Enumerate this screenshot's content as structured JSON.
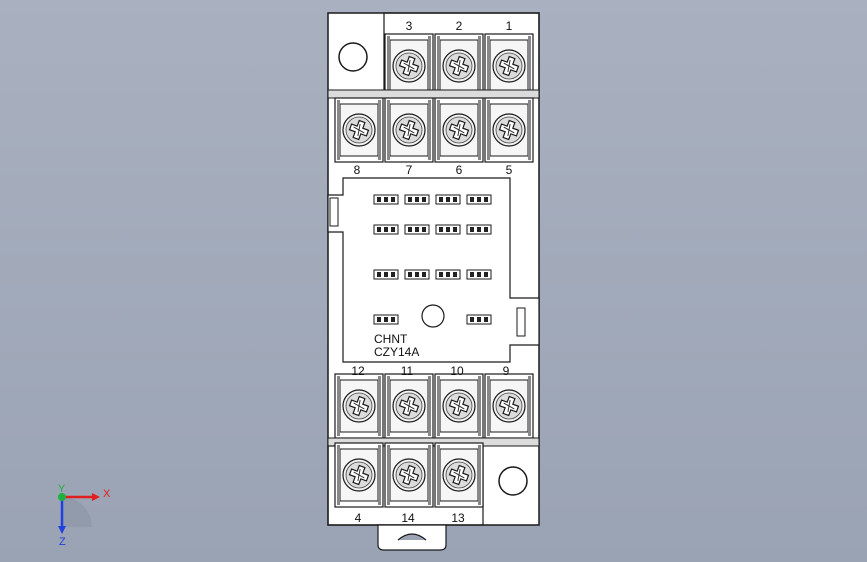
{
  "part": {
    "brand": "CHNT",
    "model": "CZY14A"
  },
  "terminals": {
    "top_row": [
      "3",
      "2",
      "1"
    ],
    "second_row": [
      "8",
      "7",
      "6",
      "5"
    ],
    "third_row": [
      "12",
      "11",
      "10",
      "9"
    ],
    "bottom_row": [
      "4",
      "14",
      "13"
    ]
  },
  "triad": {
    "x": "X",
    "y": "Y",
    "z": "Z"
  },
  "colors": {
    "background": "#a3abbb",
    "body": "#ffffff",
    "outline": "#1a1a1a",
    "screw": "#d9d9d9",
    "axis_x": "#e02020",
    "axis_y": "#20b040",
    "axis_z": "#2040e0"
  }
}
